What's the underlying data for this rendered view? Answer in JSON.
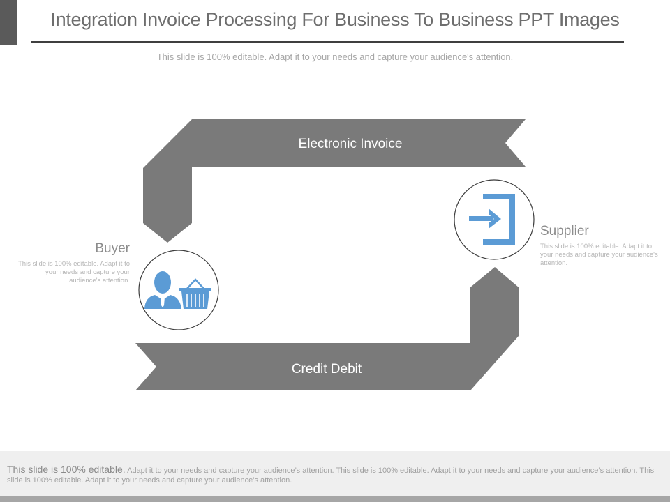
{
  "slide": {
    "title": "Integration Invoice Processing For Business To Business PPT Images",
    "subtitle": "This slide is 100% editable. Adapt it to your needs and capture your audience's attention."
  },
  "diagram": {
    "top_arrow_label": "Electronic Invoice",
    "bottom_arrow_label": "Credit Debit",
    "arrow_color": "#7a7a7a",
    "icon_color": "#5b9bd5",
    "buyer": {
      "name": "Buyer",
      "description": "This slide is 100% editable. Adapt it to your needs and capture your audience's attention.",
      "icons": [
        "person-icon",
        "shopping-basket-icon"
      ]
    },
    "supplier": {
      "name": "Supplier",
      "description": "This slide is 100% editable. Adapt it to your needs and capture your audience's attention.",
      "icons": [
        "sign-in-icon"
      ]
    }
  },
  "footer": {
    "lead": "This slide is 100% editable.",
    "text": "Adapt it to your needs and capture your audience’s attention. This slide is 100% editable. Adapt it to your needs and capture your audience’s attention. This slide is 100% editable. Adapt it to your needs and capture your audience’s attention."
  }
}
